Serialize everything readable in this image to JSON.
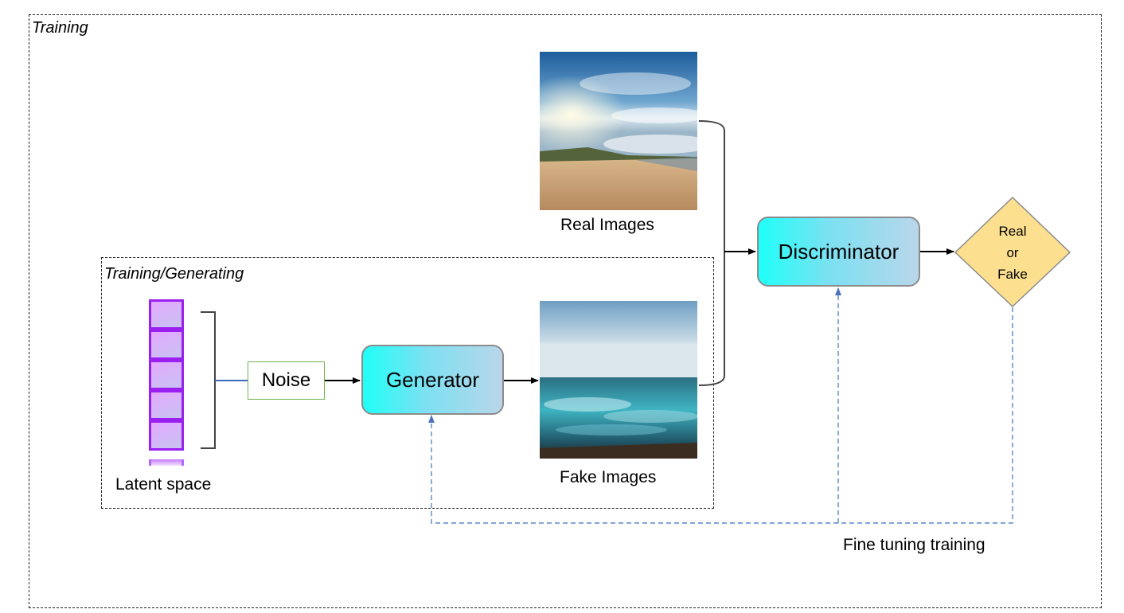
{
  "frames": {
    "outer_label": "Training",
    "inner_label": "Training/Generating"
  },
  "nodes": {
    "noise": "Noise",
    "generator": "Generator",
    "discriminator": "Discriminator",
    "decision": {
      "line1": "Real",
      "line2": "or",
      "line3": "Fake"
    }
  },
  "labels": {
    "real_images": "Real Images",
    "fake_images": "Fake Images",
    "latent_space": "Latent space",
    "feedback": "Fine tuning training"
  },
  "colors": {
    "node_gradient_start": "#1ffff8",
    "node_gradient_end": "#b9d6ea",
    "latent_cell_border": "#9b1ff0",
    "noise_border": "#6fb34a",
    "decision_fill": "#fde08f",
    "feedback_line": "#5b87c9"
  }
}
